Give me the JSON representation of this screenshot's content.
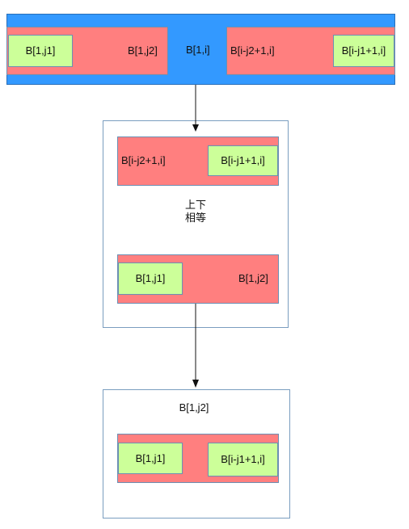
{
  "top_bar": {
    "center_label": "B[1,i]",
    "left_block": {
      "inner_label": "B[1,j1]",
      "end_label": "B[1,j2]"
    },
    "right_block": {
      "start_label": "B[i-j2+1,i]",
      "inner_label": "B[i-j1+1,i]"
    }
  },
  "middle_box": {
    "top_block": {
      "label": "B[i-j2+1,i]",
      "inner_label": "B[i-j1+1,i]"
    },
    "note_line1": "上下",
    "note_line2": "相等",
    "bottom_block": {
      "inner_label": "B[1,j1]",
      "label": "B[1,j2]"
    }
  },
  "bottom_box": {
    "title": "B[1,j2]",
    "block": {
      "left_label": "B[1,j1]",
      "right_label": "B[i-j1+1,i]"
    }
  },
  "colors": {
    "bar_blue": "#3399ff",
    "block_red": "#ff7f7f",
    "cell_green": "#ccff99",
    "frame_border": "#7a9dbf"
  }
}
